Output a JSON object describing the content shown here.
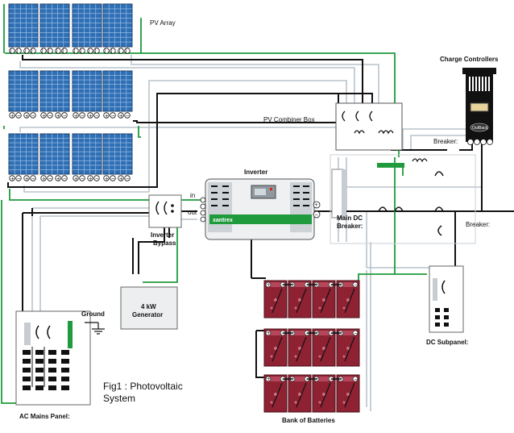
{
  "labels": {
    "pv_array": "PV Array",
    "charge_controllers": "Charge Controllers",
    "pv_combiner_box": "PV Combiner Box",
    "breaker_cc": "Breaker:",
    "inverter": "Inverter",
    "inverter_in": "in",
    "inverter_out": "out",
    "inverter_brand": "xantrex",
    "main_dc_breaker_1": "Main DC",
    "main_dc_breaker_2": "Breaker:",
    "breaker_right": "Breaker:",
    "inverter_bypass_1": "Inverter",
    "inverter_bypass_2": "Bypass",
    "generator_1": "4 kW",
    "generator_2": "Generator",
    "ground": "Ground",
    "dc_subpanel": "DC Subpanel:",
    "fig_title_1": "Fig1 : Photovoltaic",
    "fig_title_2": "System",
    "ac_mains_panel": "AC Mains Panel:",
    "bank_of_batteries": "Bank of Batteries",
    "cc_brand": "OutBack"
  },
  "colors": {
    "green_wire": "#1f9a3c",
    "black_wire": "#111111",
    "grey_wire": "#b9c4cc",
    "panel_blue": "#2f6fb5",
    "battery_red": "#8e2233"
  }
}
